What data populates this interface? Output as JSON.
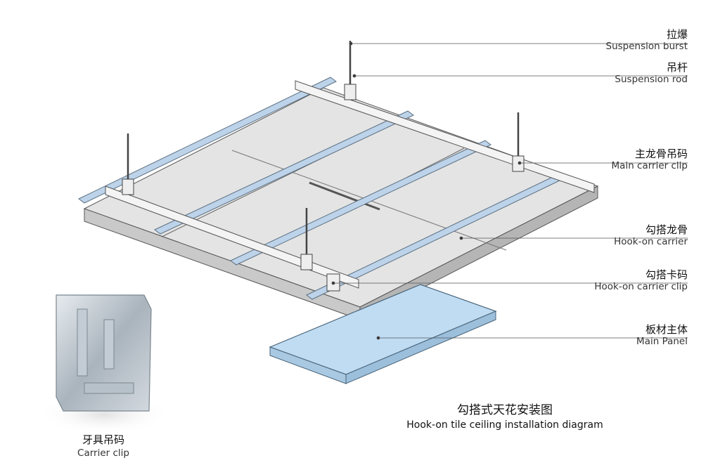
{
  "callouts": [
    {
      "zh": "拉爆",
      "en": "Suspension burst"
    },
    {
      "zh": "吊杆",
      "en": "Suspension rod"
    },
    {
      "zh": "主龙骨吊码",
      "en": "Main carrier clip"
    },
    {
      "zh": "勾搭龙骨",
      "en": "Hook-on carrier"
    },
    {
      "zh": "勾搭卡码",
      "en": "Hook-on carrier clip"
    },
    {
      "zh": "板材主体",
      "en": "Main Panel"
    }
  ],
  "diagram_title": {
    "zh": "勾搭式天花安装图",
    "en": "Hook-on tile ceiling installation diagram"
  },
  "carrier_clip": {
    "zh": "牙具吊码",
    "en": "Carrier clip"
  },
  "colors": {
    "panel": "#d9d9d9",
    "carrier": "#bcd3ea",
    "main_panel": "#bfdcf3",
    "line": "#444444"
  }
}
